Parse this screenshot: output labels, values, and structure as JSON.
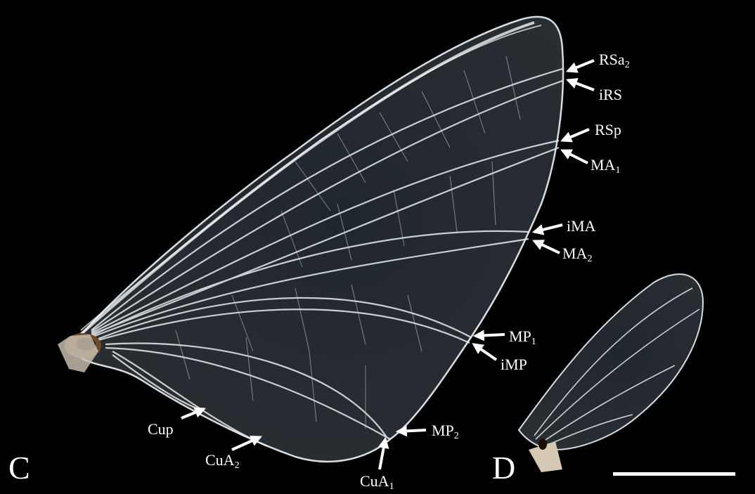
{
  "panels": {
    "left": "C",
    "right": "D"
  },
  "labels": [
    {
      "id": "rsa2",
      "text": "RSa",
      "sub": "2"
    },
    {
      "id": "irs",
      "text": "iRS",
      "sub": ""
    },
    {
      "id": "rsp",
      "text": "RSp",
      "sub": ""
    },
    {
      "id": "ma1",
      "text": "MA",
      "sub": "1"
    },
    {
      "id": "ima",
      "text": "iMA",
      "sub": ""
    },
    {
      "id": "ma2",
      "text": "MA",
      "sub": "2"
    },
    {
      "id": "mp1",
      "text": "MP",
      "sub": "1"
    },
    {
      "id": "imp",
      "text": "iMP",
      "sub": ""
    },
    {
      "id": "mp2",
      "text": "MP",
      "sub": "2"
    },
    {
      "id": "cup",
      "text": "Cup",
      "sub": ""
    },
    {
      "id": "cua2",
      "text": "CuA",
      "sub": "2"
    },
    {
      "id": "cua1",
      "text": "CuA",
      "sub": "1"
    }
  ],
  "colors": {
    "background": "#000000",
    "label": "#ffffff",
    "wing_vein": "#e8ecef"
  }
}
